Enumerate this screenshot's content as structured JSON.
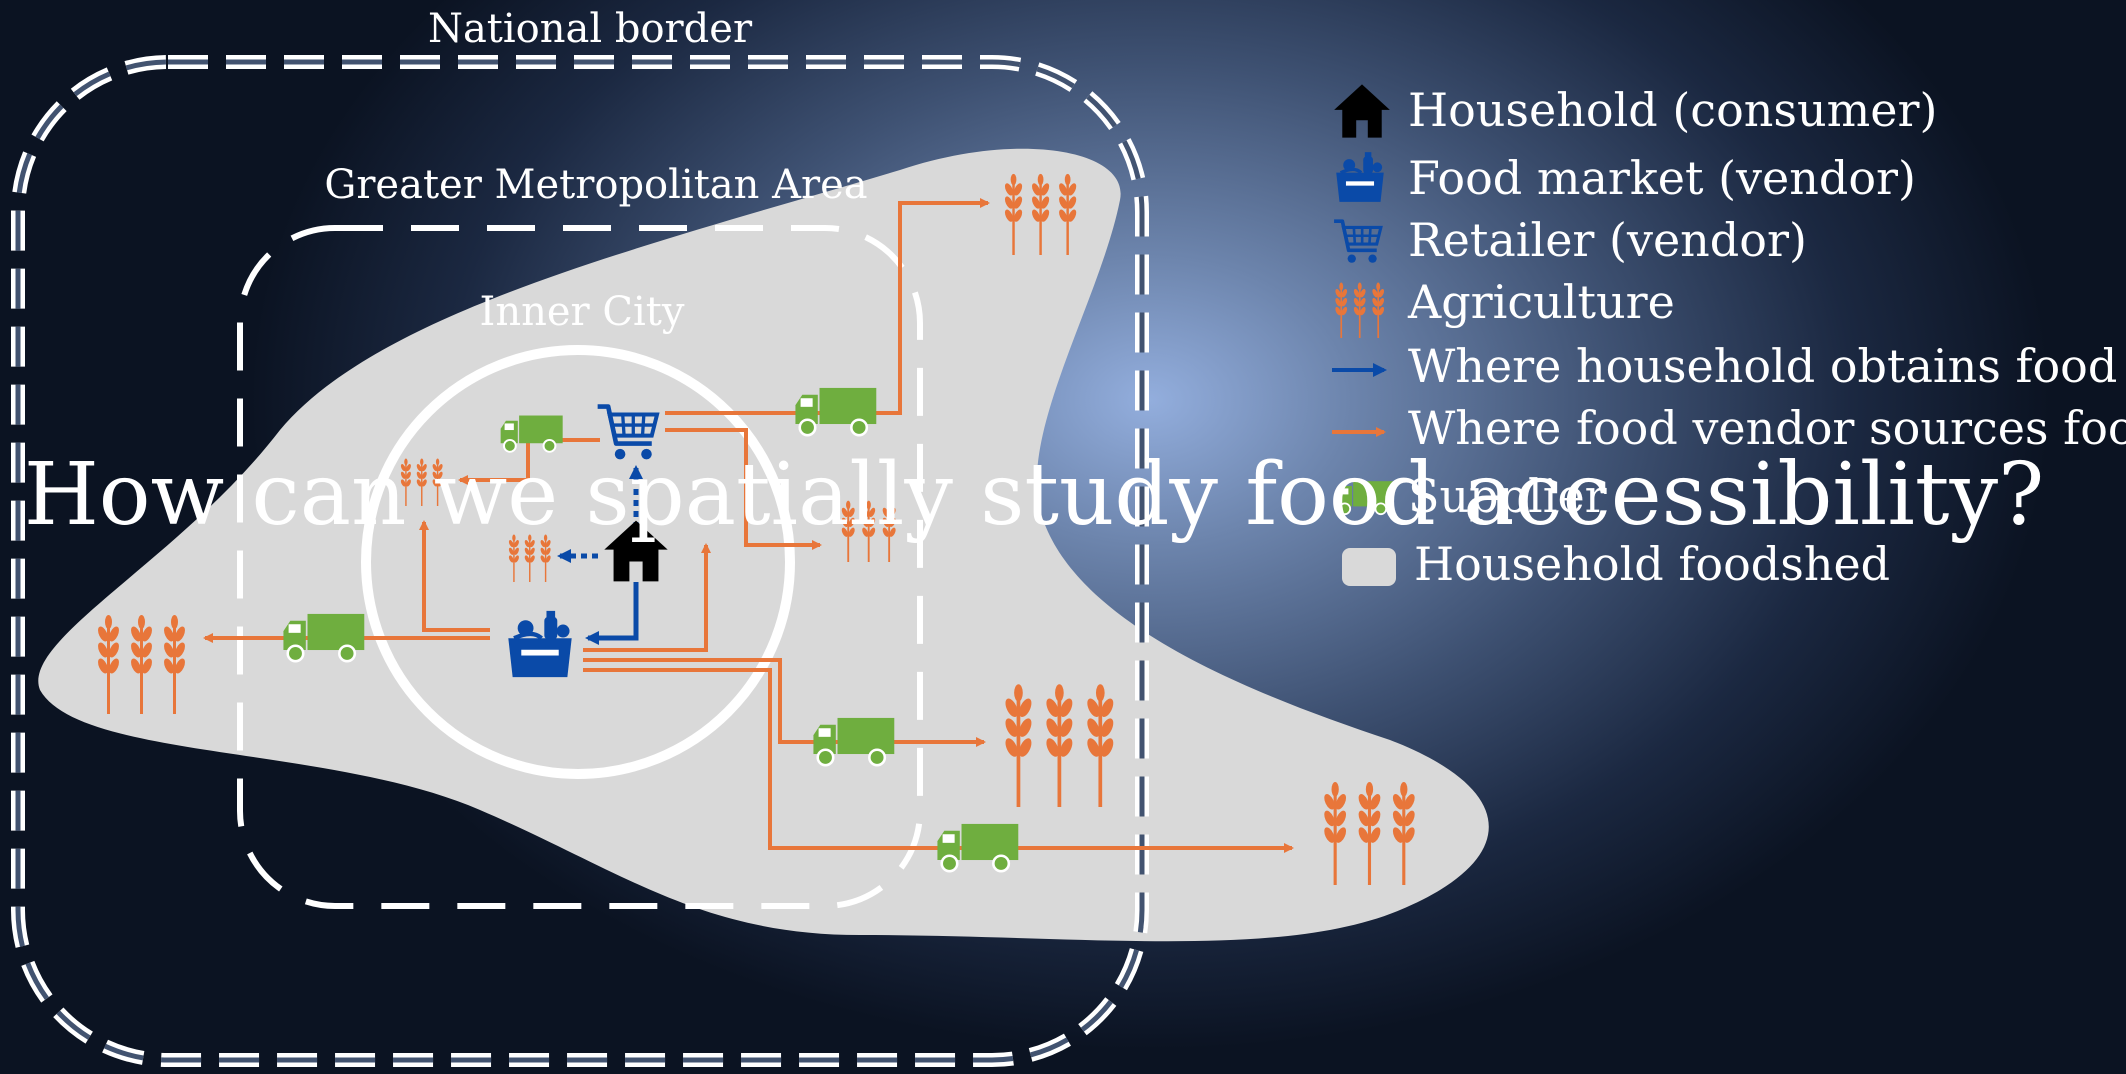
{
  "colors": {
    "household": "#000000",
    "vendor": "#0a4aa8",
    "agriculture": "#e8763a",
    "supplier": "#6fae3f",
    "foodshed": "#d9d9d9",
    "border": "#ffffff"
  },
  "zones": {
    "national": "National border",
    "metro": "Greater Metropolitan Area",
    "inner": "Inner City"
  },
  "title": "How can we spatially study food accessibility?",
  "legend": [
    {
      "label": "Household (consumer)",
      "icon": "house-icon"
    },
    {
      "label": "Food market (vendor)",
      "icon": "market-basket-icon"
    },
    {
      "label": "Retailer (vendor)",
      "icon": "shopping-cart-icon"
    },
    {
      "label": "Agriculture",
      "icon": "wheat-icon"
    },
    {
      "label": "Where household obtains food",
      "icon": "blue-arrow-icon"
    },
    {
      "label": "Where food vendor sources food",
      "icon": "orange-arrow-icon"
    },
    {
      "label": "Supplier",
      "icon": "truck-icon"
    },
    {
      "label": "Household foodshed",
      "icon": "foodshed-swatch-icon"
    }
  ]
}
